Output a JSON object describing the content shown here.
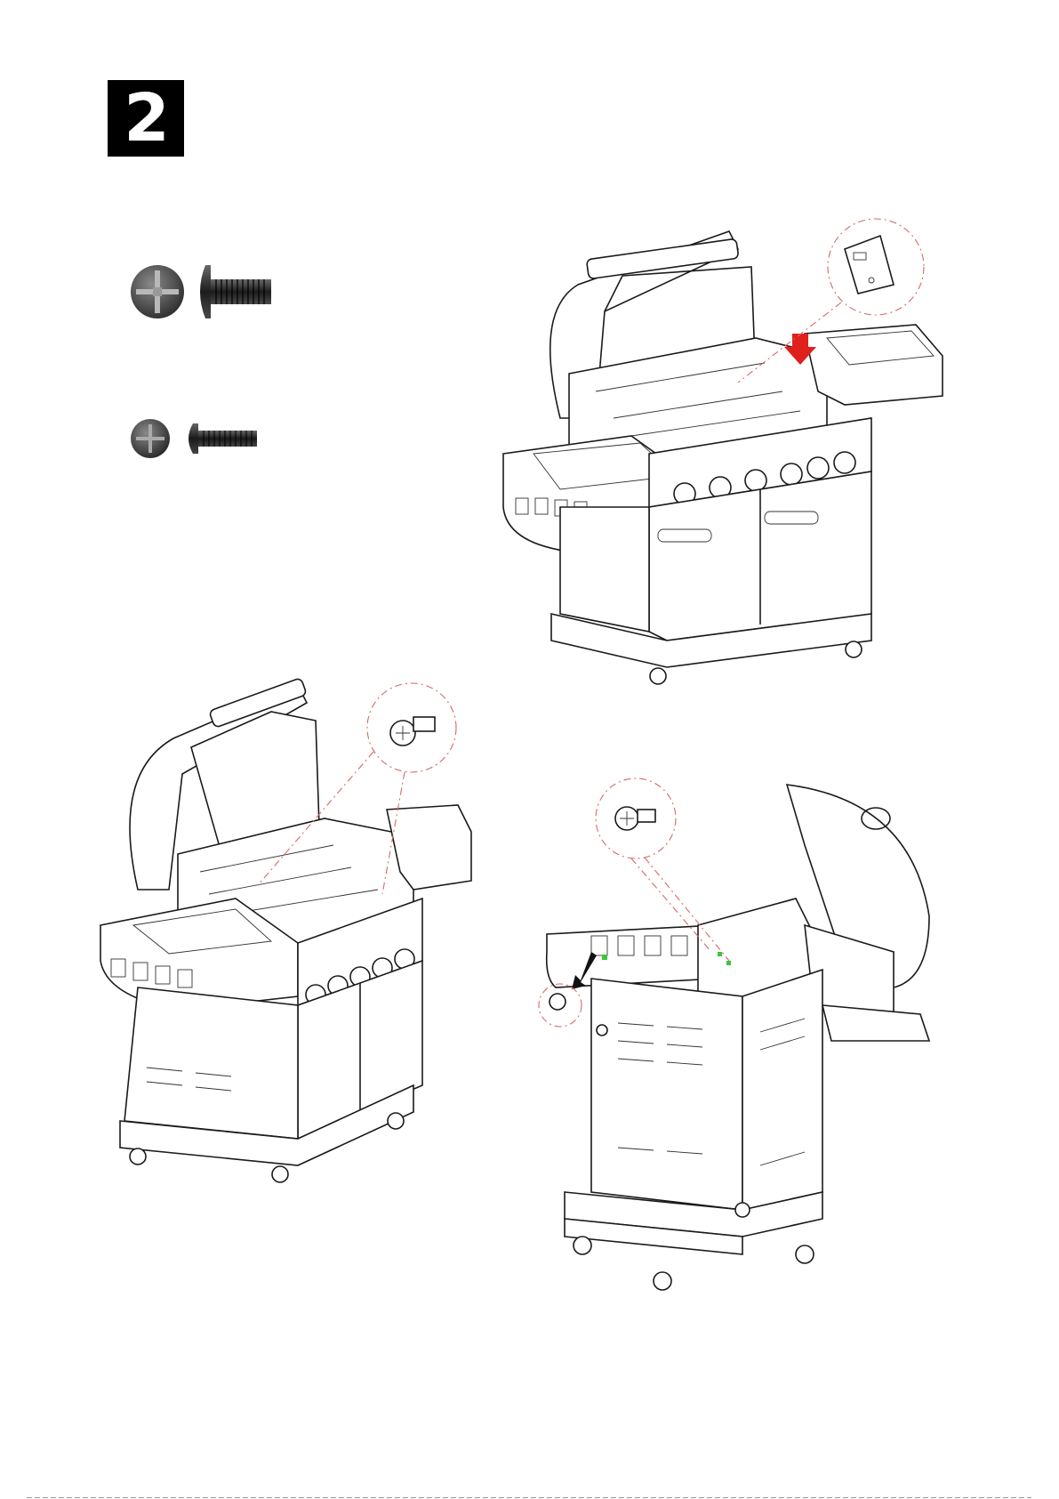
{
  "step": {
    "number": "2"
  },
  "hardware": [
    {
      "name": "large-phillips-bolt"
    },
    {
      "name": "small-phillips-bolt"
    }
  ],
  "colors": {
    "arrow": "#e0201b",
    "callout": "#d46a6a",
    "highlight": "#3cc43c",
    "ink": "#1a1a1a"
  }
}
